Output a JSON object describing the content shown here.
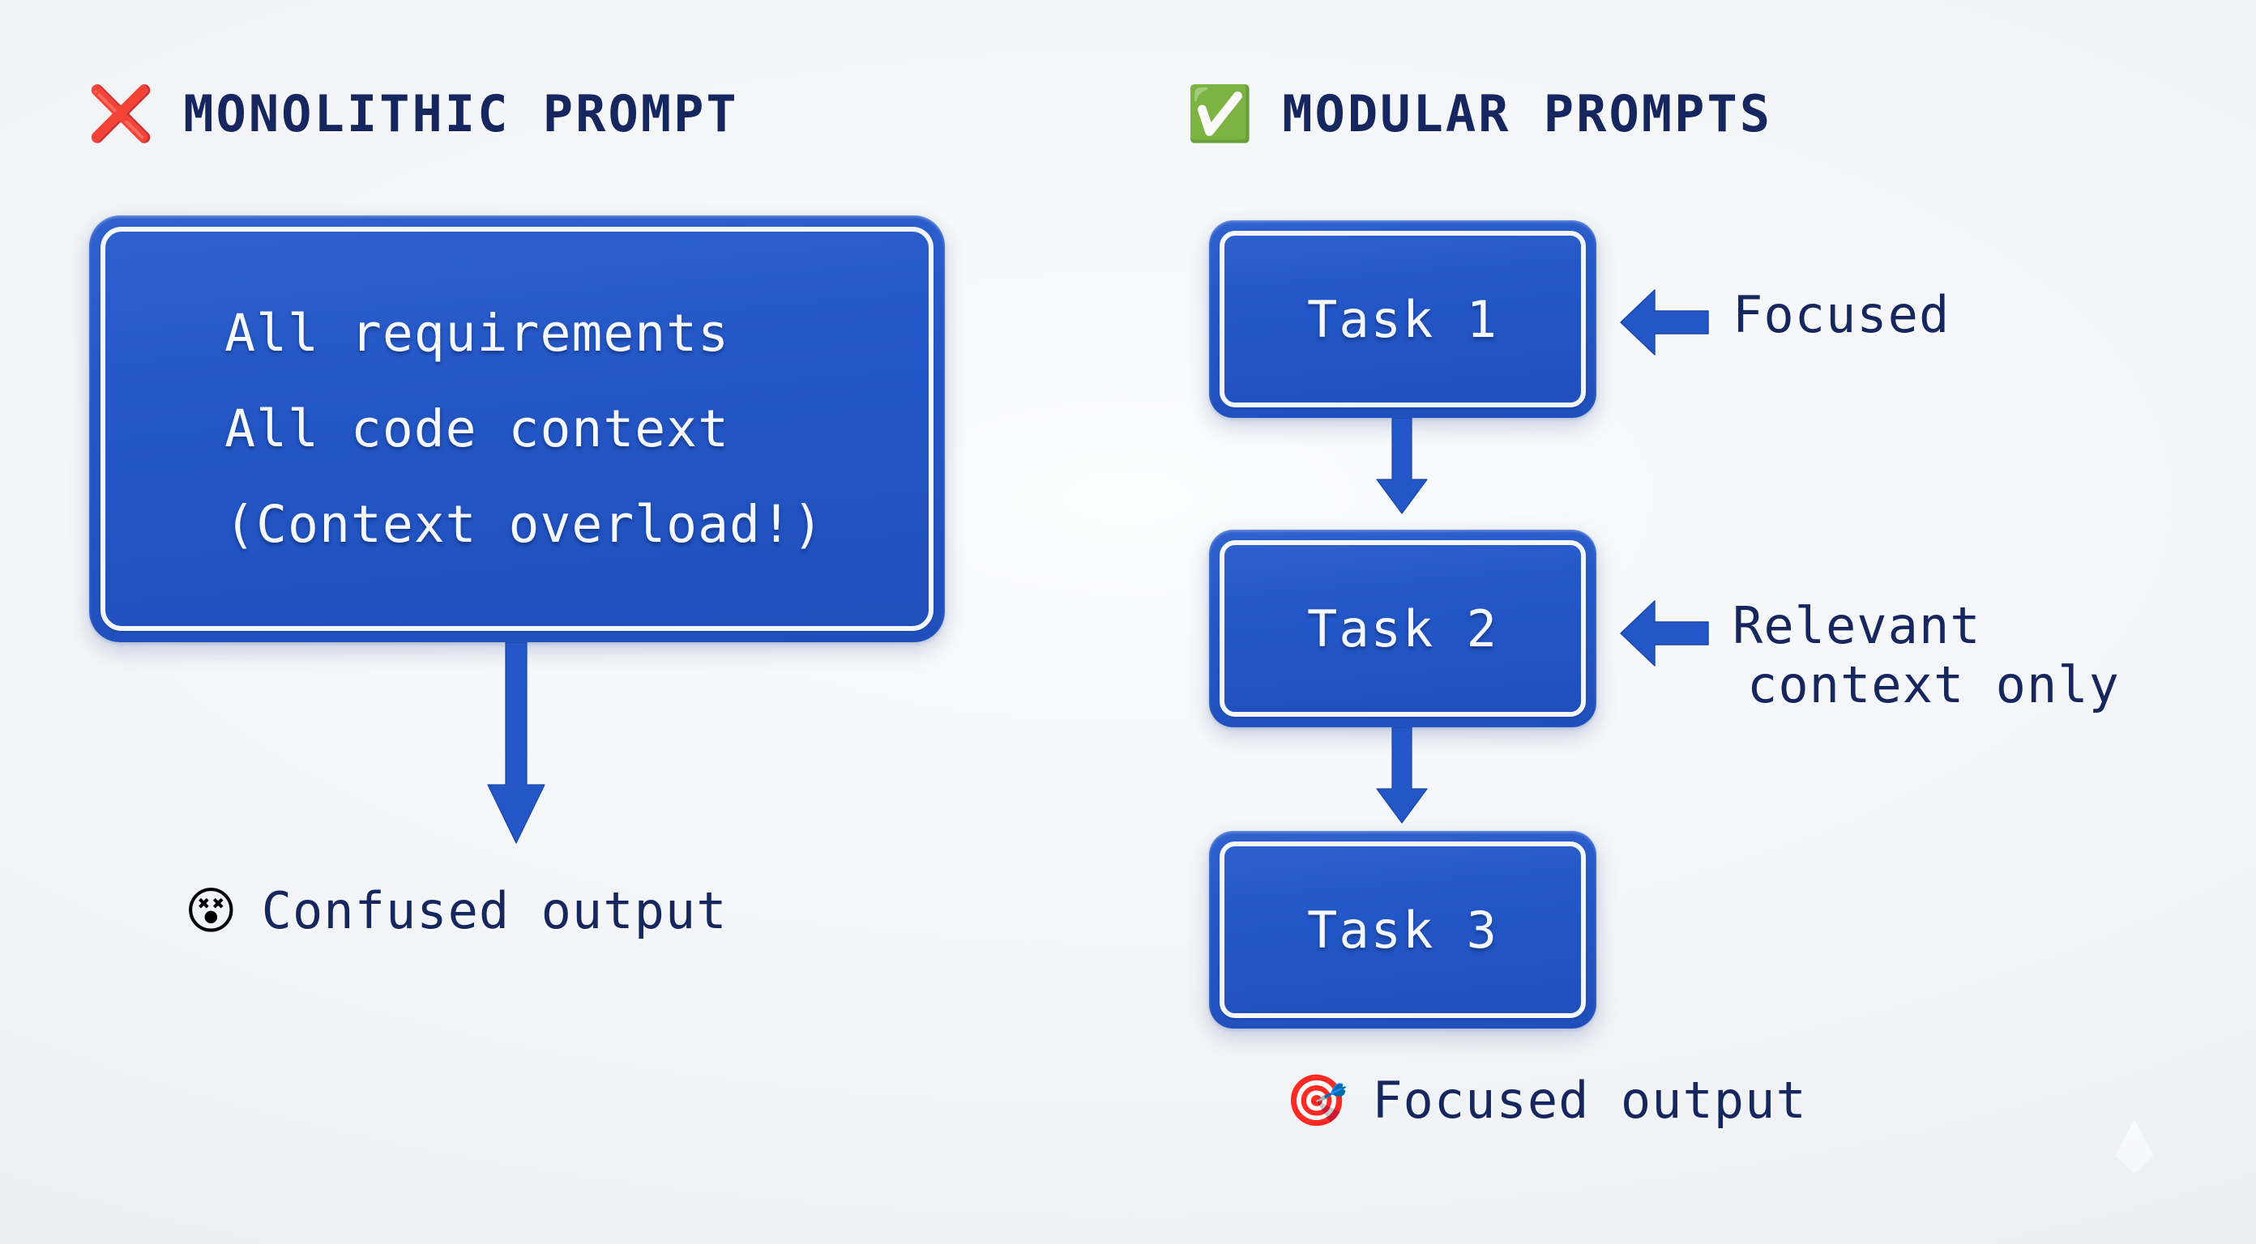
{
  "background_color": "#f2f4f7",
  "accent_blue": "#2356c6",
  "text_navy": "#16265e",
  "columns": {
    "left": {
      "header": {
        "icon": "cross-mark-emoji",
        "glyph": "❌",
        "label": "MONOLITHIC PROMPT"
      },
      "box": {
        "lines": [
          "All requirements",
          "All code context",
          "(Context overload!)"
        ]
      },
      "flow_arrow": "arrow-down-icon",
      "outcome": {
        "icon": "dizzy-face-emoji",
        "glyph": "😵",
        "label": "Confused output"
      }
    },
    "right": {
      "header": {
        "icon": "check-mark-button-emoji",
        "glyph": "✅",
        "label": "MODULAR PROMPTS"
      },
      "tasks": [
        {
          "label": "Task 1"
        },
        {
          "label": "Task 2"
        },
        {
          "label": "Task 3"
        }
      ],
      "callouts": [
        {
          "arrow": "arrow-left-icon",
          "line1": "Focused",
          "line2": ""
        },
        {
          "arrow": "arrow-left-icon",
          "line1": "Relevant",
          "line2": "context only"
        }
      ],
      "outcome": {
        "icon": "direct-hit-emoji",
        "glyph": "🎯",
        "label": "Focused output"
      }
    }
  }
}
